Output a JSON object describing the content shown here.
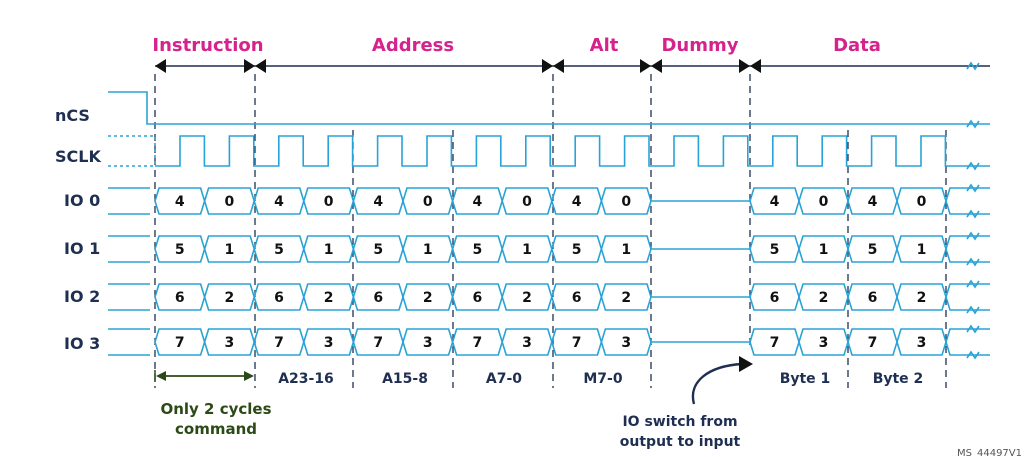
{
  "phases": {
    "instruction": "Instruction",
    "address": "Address",
    "alt": "Alt",
    "dummy": "Dummy",
    "data": "Data"
  },
  "signals": {
    "ncs": "nCS",
    "sclk": "SCLK",
    "io0": "IO 0",
    "io1": "IO 1",
    "io2": "IO 2",
    "io3": "IO 3"
  },
  "bits": {
    "io0": [
      "4",
      "0"
    ],
    "io1": [
      "5",
      "1"
    ],
    "io2": [
      "6",
      "2"
    ],
    "io3": [
      "7",
      "3"
    ]
  },
  "segments": {
    "a23_16": "A23-16",
    "a15_8": "A15-8",
    "a7_0": "A7-0",
    "m7_0": "M7-0",
    "byte1": "Byte 1",
    "byte2": "Byte 2"
  },
  "notes": {
    "cycles_line1": "Only 2 cycles",
    "cycles_line2": "command",
    "io_switch_line1": "IO switch from",
    "io_switch_line2": "output to input"
  },
  "reference": "MS_44497V1",
  "colors": {
    "signal": "#29a3d6",
    "phase_label": "#d6228c",
    "label": "#1f2f52",
    "note": "#2b4a16"
  }
}
